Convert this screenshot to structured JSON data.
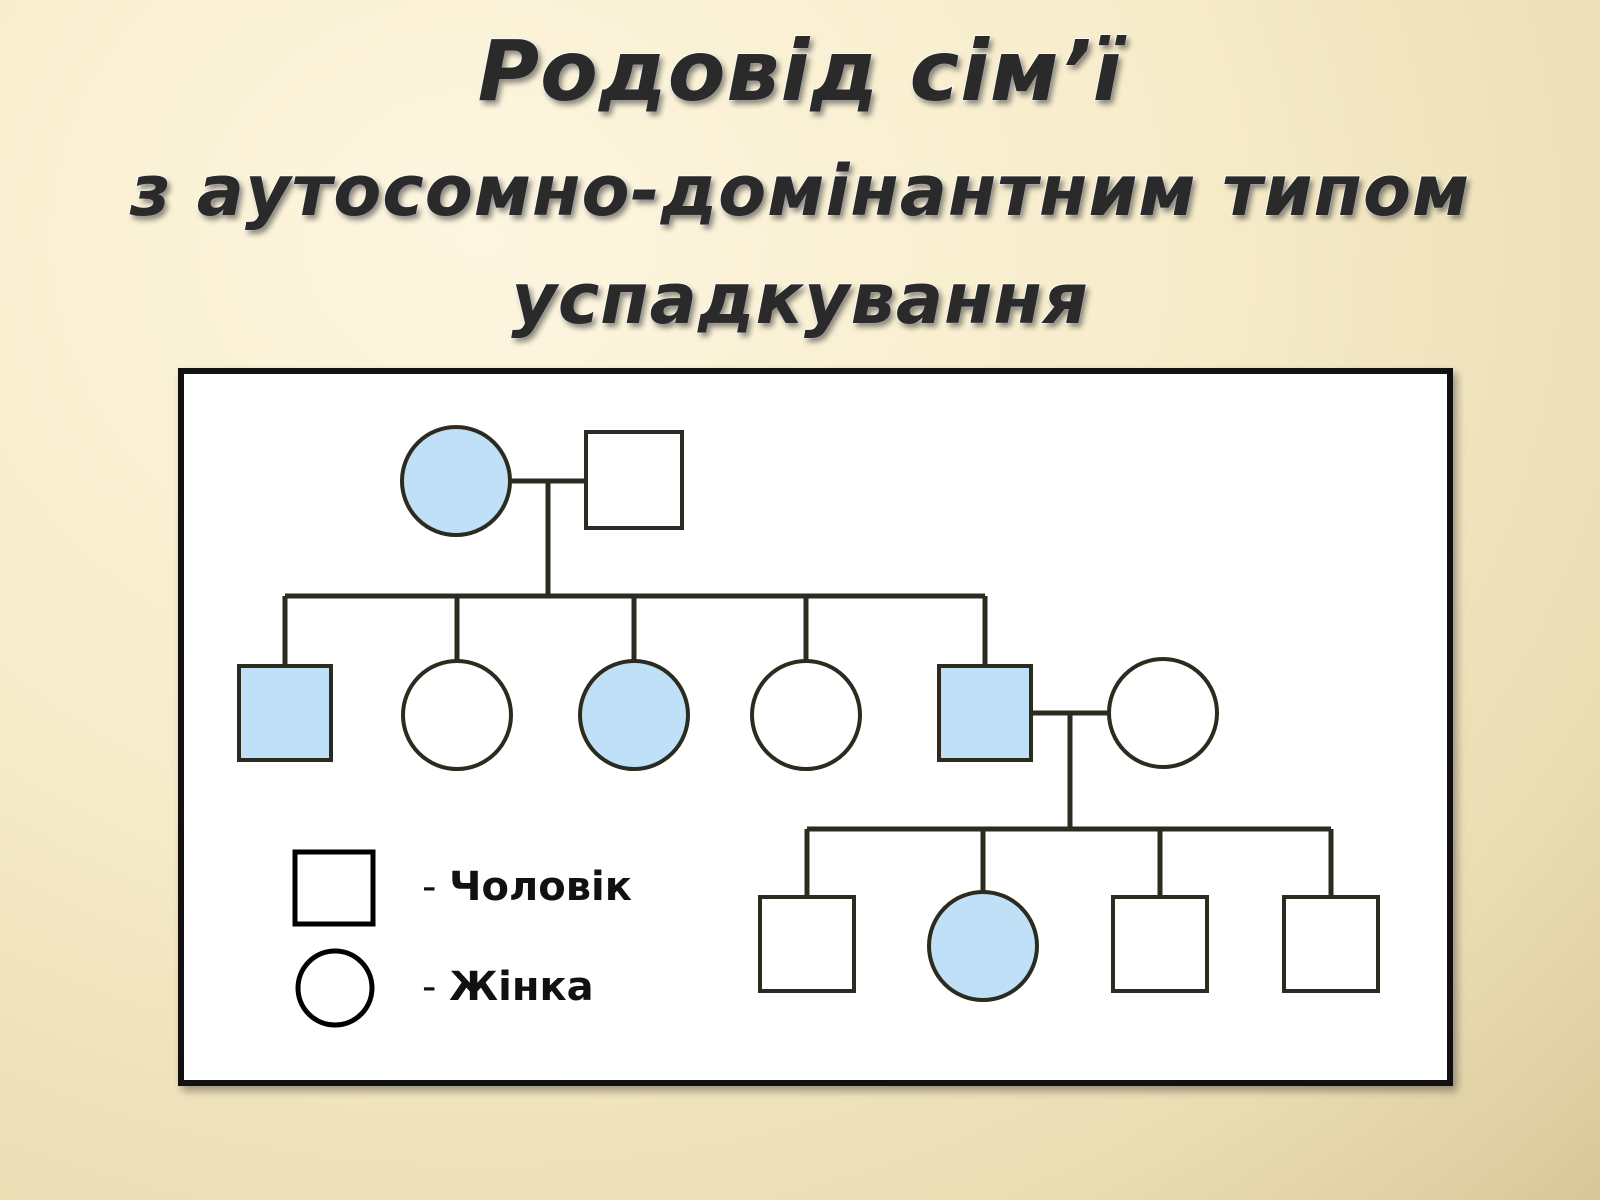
{
  "title": {
    "main": "Родовід сім’ї",
    "line2": "з аутосомно-домінантним типом",
    "line3": "успадкування"
  },
  "colors": {
    "affected": "#bfe0f7",
    "unaffected": "#ffffff",
    "line": "#2b2b1f"
  },
  "legend": {
    "male_label": "Чоловік",
    "female_label": "Жінка",
    "dash": "-"
  },
  "pedigree": {
    "generation_1": [
      {
        "sex": "female",
        "affected": true
      },
      {
        "sex": "male",
        "affected": false
      }
    ],
    "generation_2": [
      {
        "sex": "male",
        "affected": true
      },
      {
        "sex": "female",
        "affected": false
      },
      {
        "sex": "female",
        "affected": true
      },
      {
        "sex": "female",
        "affected": false
      },
      {
        "sex": "male",
        "affected": true
      },
      {
        "sex": "female",
        "affected": false,
        "spouse": true
      }
    ],
    "generation_3": [
      {
        "sex": "male",
        "affected": false
      },
      {
        "sex": "female",
        "affected": true
      },
      {
        "sex": "male",
        "affected": false
      },
      {
        "sex": "male",
        "affected": false
      }
    ]
  }
}
